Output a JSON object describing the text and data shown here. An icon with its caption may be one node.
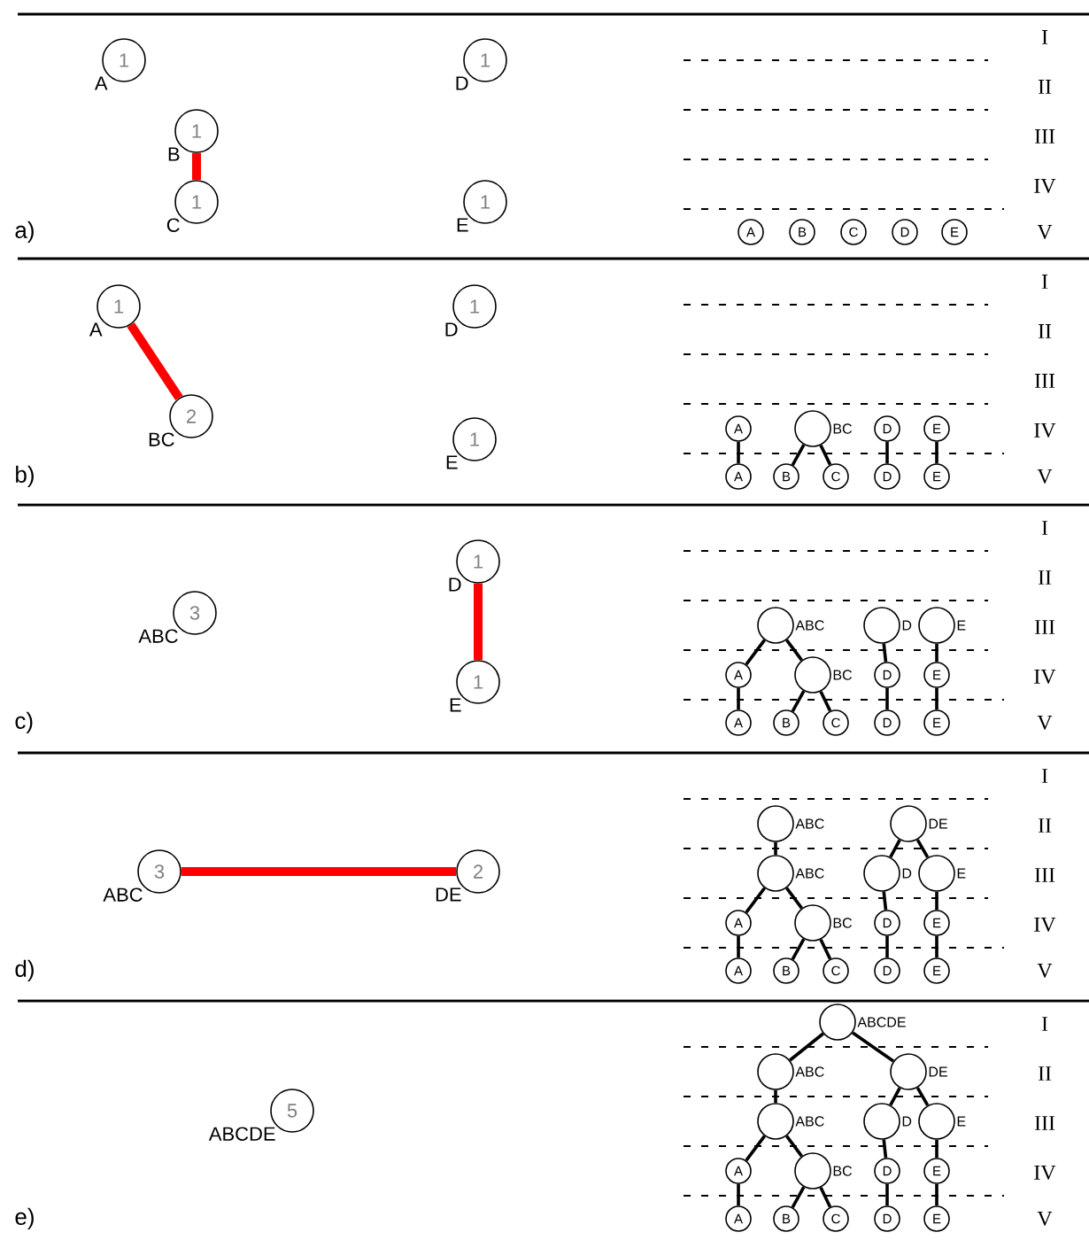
{
  "diagram": {
    "nodes": [
      {
        "text": [
          "1"
        ],
        "beside": [
          "A"
        ]
      },
      {
        "text": [
          "1"
        ],
        "beside": [
          "B"
        ]
      },
      {
        "text": [
          "1"
        ],
        "beside": [
          "C"
        ]
      },
      {
        "text": [
          "1"
        ],
        "beside": [
          "D"
        ]
      },
      {
        "text": [
          "1"
        ],
        "beside": [
          "E"
        ]
      },
      {
        "text": [
          "A"
        ]
      },
      {
        "text": [
          "B"
        ]
      },
      {
        "text": [
          "C"
        ]
      },
      {
        "text": [
          "D"
        ]
      },
      {
        "text": [
          "E"
        ]
      },
      {
        "text": [
          "1"
        ],
        "beside": [
          "A"
        ]
      },
      {
        "text": [
          "2"
        ],
        "beside": [
          "BC"
        ]
      },
      {
        "text": [
          "1"
        ],
        "beside": [
          "D"
        ]
      },
      {
        "text": [
          "1"
        ],
        "beside": [
          "E"
        ]
      },
      {
        "text": [
          "A"
        ]
      },
      {
        "text": [],
        "shape": "circle",
        "beside": [
          "BC"
        ]
      },
      {
        "text": [
          "D"
        ]
      },
      {
        "text": [
          "E"
        ]
      },
      {
        "text": [
          "A"
        ]
      },
      {
        "text": [
          "B"
        ]
      },
      {
        "text": [
          "C"
        ]
      },
      {
        "text": [
          "D"
        ]
      },
      {
        "text": [
          "E"
        ]
      },
      {
        "text": [
          "3"
        ],
        "beside": [
          "ABC"
        ]
      },
      {
        "text": [
          "1"
        ],
        "beside": [
          "D"
        ]
      },
      {
        "text": [
          "1"
        ],
        "beside": [
          "E"
        ]
      },
      {
        "text": [],
        "shape": "circle",
        "beside": [
          "ABC"
        ]
      },
      {
        "text": [],
        "shape": "circle",
        "beside": [
          "D"
        ]
      },
      {
        "text": [],
        "shape": "circle",
        "beside": [
          "E"
        ]
      },
      {
        "text": [
          "A"
        ]
      },
      {
        "text": [],
        "shape": "circle",
        "beside": [
          "BC"
        ]
      },
      {
        "text": [
          "D"
        ]
      },
      {
        "text": [
          "E"
        ]
      },
      {
        "text": [
          "A"
        ]
      },
      {
        "text": [
          "B"
        ]
      },
      {
        "text": [
          "C"
        ]
      },
      {
        "text": [
          "D"
        ]
      },
      {
        "text": [
          "E"
        ]
      },
      {
        "text": [
          "3"
        ],
        "beside": [
          "ABC"
        ]
      },
      {
        "text": [
          "2"
        ],
        "beside": [
          "DE"
        ]
      },
      {
        "text": [],
        "shape": "circle",
        "beside": [
          "ABC"
        ]
      },
      {
        "text": [],
        "shape": "circle",
        "beside": [
          "DE"
        ]
      },
      {
        "text": [],
        "shape": "circle",
        "beside": [
          "ABC"
        ]
      },
      {
        "text": [],
        "shape": "circle",
        "beside": [
          "D"
        ]
      },
      {
        "text": [],
        "shape": "circle",
        "beside": [
          "E"
        ]
      },
      {
        "text": [
          "A"
        ]
      },
      {
        "text": [],
        "shape": "circle",
        "beside": [
          "BC"
        ]
      },
      {
        "text": [
          "D"
        ]
      },
      {
        "text": [
          "E"
        ]
      },
      {
        "text": [
          "A"
        ]
      },
      {
        "text": [
          "B"
        ]
      },
      {
        "text": [
          "C"
        ]
      },
      {
        "text": [
          "D"
        ]
      },
      {
        "text": [
          "E"
        ]
      },
      {
        "text": [
          "5"
        ],
        "beside": [
          "ABCDE"
        ]
      },
      {
        "text": [],
        "shape": "circle",
        "beside": [
          "ABCDE"
        ]
      },
      {
        "text": [],
        "shape": "circle",
        "beside": [
          "ABC"
        ]
      },
      {
        "text": [],
        "shape": "circle",
        "beside": [
          "DE"
        ]
      },
      {
        "text": [],
        "shape": "circle",
        "beside": [
          "ABC"
        ]
      },
      {
        "text": [],
        "shape": "circle",
        "beside": [
          "D"
        ]
      },
      {
        "text": [],
        "shape": "circle",
        "beside": [
          "E"
        ]
      },
      {
        "text": [
          "A"
        ]
      },
      {
        "text": [],
        "shape": "circle",
        "beside": [
          "BC"
        ]
      },
      {
        "text": [
          "D"
        ]
      },
      {
        "text": [
          "E"
        ]
      },
      {
        "text": [
          "A"
        ]
      },
      {
        "text": [
          "B"
        ]
      },
      {
        "text": [
          "C"
        ]
      },
      {
        "text": [
          "D"
        ]
      },
      {
        "text": [
          "E"
        ]
      }
    ],
    "edges": [
      {
        "from": 1,
        "to": 2,
        "arrow": "none",
        "style": "thick",
        "color": "#ff0000"
      },
      {
        "from": 10,
        "to": 11,
        "arrow": "none",
        "style": "thick",
        "color": "#ff0000"
      },
      {
        "from": 14,
        "to": 18,
        "arrow": "none"
      },
      {
        "from": 15,
        "to": 19,
        "arrow": "none"
      },
      {
        "from": 15,
        "to": 20,
        "arrow": "none"
      },
      {
        "from": 16,
        "to": 21,
        "arrow": "none"
      },
      {
        "from": 17,
        "to": 22,
        "arrow": "none"
      },
      {
        "from": 24,
        "to": 25,
        "arrow": "none",
        "style": "thick",
        "color": "#ff0000"
      },
      {
        "from": 26,
        "to": 29,
        "arrow": "none"
      },
      {
        "from": 26,
        "to": 30,
        "arrow": "none"
      },
      {
        "from": 27,
        "to": 31,
        "arrow": "none"
      },
      {
        "from": 28,
        "to": 32,
        "arrow": "none"
      },
      {
        "from": 29,
        "to": 33,
        "arrow": "none"
      },
      {
        "from": 30,
        "to": 34,
        "arrow": "none"
      },
      {
        "from": 30,
        "to": 35,
        "arrow": "none"
      },
      {
        "from": 31,
        "to": 36,
        "arrow": "none"
      },
      {
        "from": 32,
        "to": 37,
        "arrow": "none"
      },
      {
        "from": 38,
        "to": 39,
        "arrow": "none",
        "style": "thick",
        "color": "#ff0000"
      },
      {
        "from": 40,
        "to": 42,
        "arrow": "none"
      },
      {
        "from": 41,
        "to": 43,
        "arrow": "none"
      },
      {
        "from": 41,
        "to": 44,
        "arrow": "none"
      },
      {
        "from": 42,
        "to": 45,
        "arrow": "none"
      },
      {
        "from": 42,
        "to": 46,
        "arrow": "none"
      },
      {
        "from": 43,
        "to": 47,
        "arrow": "none"
      },
      {
        "from": 44,
        "to": 48,
        "arrow": "none"
      },
      {
        "from": 45,
        "to": 49,
        "arrow": "none"
      },
      {
        "from": 46,
        "to": 50,
        "arrow": "none"
      },
      {
        "from": 46,
        "to": 51,
        "arrow": "none"
      },
      {
        "from": 47,
        "to": 52,
        "arrow": "none"
      },
      {
        "from": 48,
        "to": 53,
        "arrow": "none"
      },
      {
        "from": 55,
        "to": 56,
        "arrow": "none"
      },
      {
        "from": 55,
        "to": 57,
        "arrow": "none"
      },
      {
        "from": 56,
        "to": 58,
        "arrow": "none"
      },
      {
        "from": 57,
        "to": 59,
        "arrow": "none"
      },
      {
        "from": 57,
        "to": 60,
        "arrow": "none"
      },
      {
        "from": 58,
        "to": 61,
        "arrow": "none"
      },
      {
        "from": 58,
        "to": 62,
        "arrow": "none"
      },
      {
        "from": 59,
        "to": 63,
        "arrow": "none"
      },
      {
        "from": 60,
        "to": 64,
        "arrow": "none"
      },
      {
        "from": 61,
        "to": 65,
        "arrow": "none"
      },
      {
        "from": 62,
        "to": 66,
        "arrow": "none"
      },
      {
        "from": 62,
        "to": 67,
        "arrow": "none"
      },
      {
        "from": 63,
        "to": 68,
        "arrow": "none"
      },
      {
        "from": 64,
        "to": 69,
        "arrow": "none"
      }
    ],
    "labels": [
      "I",
      "II",
      "III",
      "IV",
      "V",
      "a)",
      "I",
      "II",
      "III",
      "IV",
      "V",
      "b)",
      "I",
      "II",
      "III",
      "IV",
      "V",
      "c)",
      "I",
      "II",
      "III",
      "IV",
      "V",
      "d)",
      "I",
      "II",
      "III",
      "IV",
      "V",
      "e)"
    ]
  }
}
